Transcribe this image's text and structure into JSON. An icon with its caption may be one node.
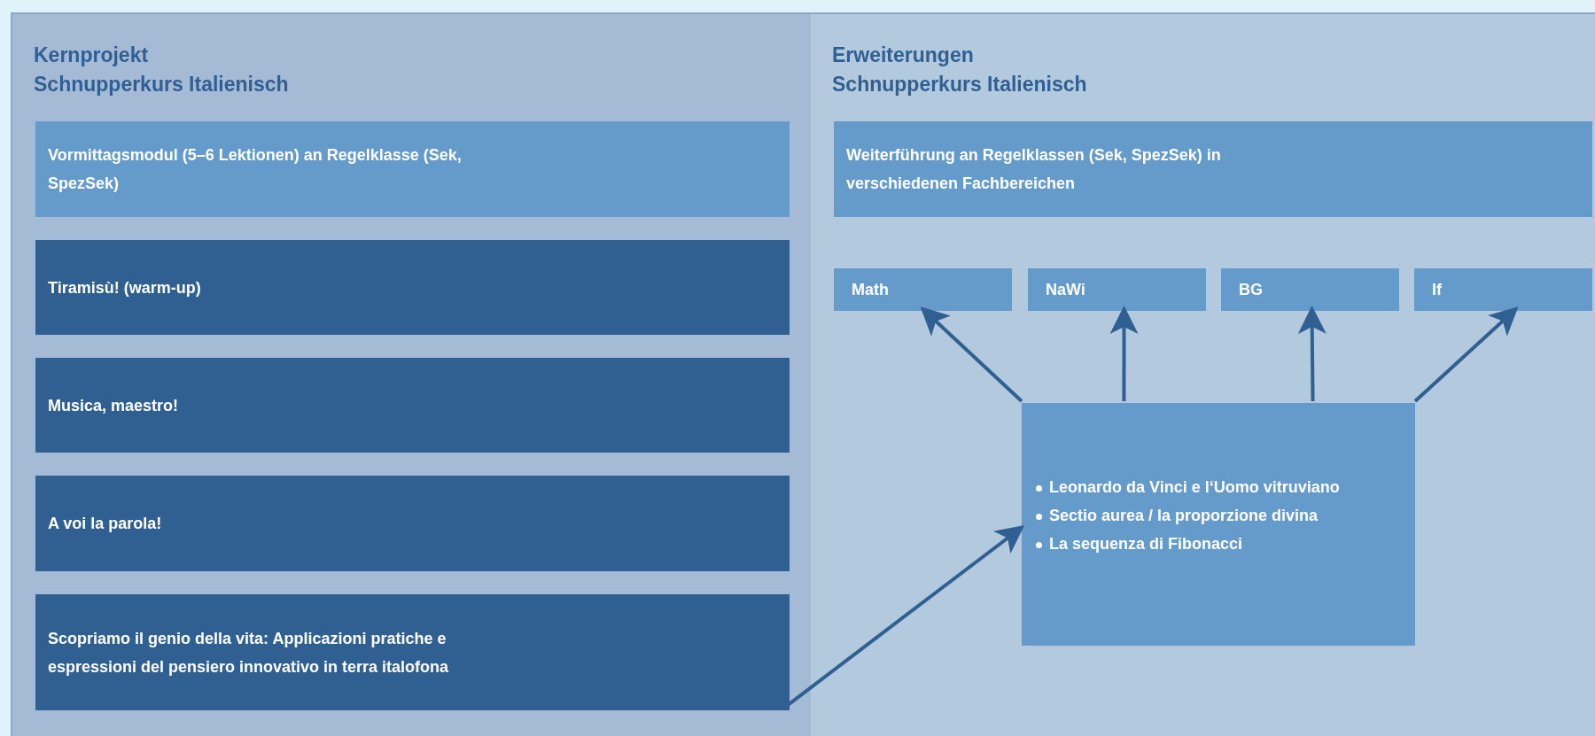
{
  "diagram": {
    "nodes": [
      {
        "text": [
          "Kernprojekt Schnupperkurs Italienisch"
        ]
      },
      {
        "text": [
          "Erweiterungen Schnupperkurs Italienisch"
        ]
      },
      {
        "text": [
          "Vormittagsmodul (5–6 Lektionen) an Regelklasse (Sek, SpezSek)"
        ],
        "in": 0
      },
      {
        "text": [
          "Tiramisù! (warm-up)"
        ],
        "in": 0
      },
      {
        "text": [
          "Musica, maestro!"
        ],
        "in": 0
      },
      {
        "text": [
          "A voi la parola!"
        ],
        "in": 0
      },
      {
        "text": [
          "Scopriamo il genio della vita: Applicazioni pratiche e espressioni del pensiero innovativo in terra italofona"
        ],
        "in": 0
      },
      {
        "text": [
          "Weiterführung an Regelklassen (Sek, SpezSek) in verschiedenen Fachbereichen"
        ],
        "in": 1
      },
      {
        "text": [
          "Math"
        ],
        "in": 1
      },
      {
        "text": [
          "NaWi"
        ],
        "in": 1
      },
      {
        "text": [
          "BG"
        ],
        "in": 1
      },
      {
        "text": [
          "If"
        ],
        "in": 1
      },
      {
        "text": [
          "Leonardo da Vinci e l‘Uomo vitruviano",
          "Sectio aurea / la proporzione divina",
          "La sequenza di Fibonacci"
        ],
        "in": 1
      }
    ],
    "edges": [
      {
        "from": 6,
        "to": 12,
        "arrow": "to"
      },
      {
        "from": 12,
        "to": 8,
        "arrow": "to"
      },
      {
        "from": 12,
        "to": 9,
        "arrow": "to"
      },
      {
        "from": 12,
        "to": 10,
        "arrow": "to"
      },
      {
        "from": 12,
        "to": 11,
        "arrow": "to"
      }
    ]
  }
}
